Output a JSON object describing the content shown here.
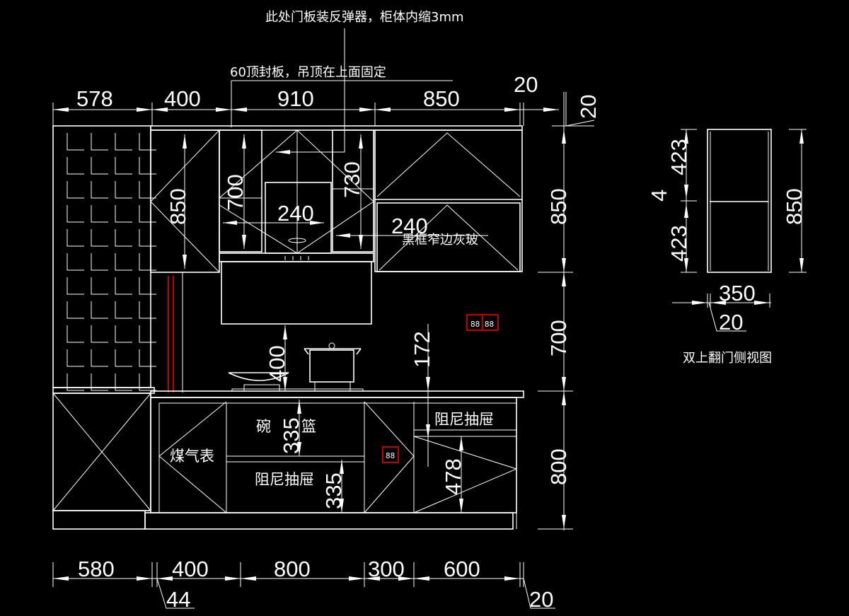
{
  "notes": {
    "door_rebound": "此处门板装反弹器，柜体内缩3mm",
    "top_panel": "60顶封板，吊顶在上面固定",
    "glass": "黑框窄边灰玻",
    "gas_meter": "煤气表",
    "bowl": "碗",
    "basket": "篮",
    "damper_drawer_1": "阻尼抽屉",
    "damper_drawer_2": "阻尼抽屉",
    "side_view_title": "双上翻门侧视图"
  },
  "top_dims": [
    "578",
    "400",
    "910",
    "850",
    "20"
  ],
  "top_right_dim": "20",
  "upper_dims": {
    "left_cab": "850",
    "mid_left": "700",
    "mid_right": "730",
    "hood_w1": "240",
    "hood_w2": "240"
  },
  "lower_dims": {
    "hood_height": "400",
    "socket_height": "172",
    "basket_h": "335",
    "drawer_h": "335",
    "right_drawer_h": "478"
  },
  "right_dims": [
    "850",
    "700",
    "800"
  ],
  "bottom_dims": [
    "580",
    "400",
    "800",
    "300",
    "600"
  ],
  "bottom_small_dims": [
    "44",
    "20"
  ],
  "side_view": {
    "top": "423",
    "gap": "4",
    "bottom": "423",
    "height": "850",
    "depth": "350",
    "offset": "20"
  },
  "colors": {
    "background": "#000000",
    "lines": "#ffffff",
    "sockets": "#c00000"
  }
}
